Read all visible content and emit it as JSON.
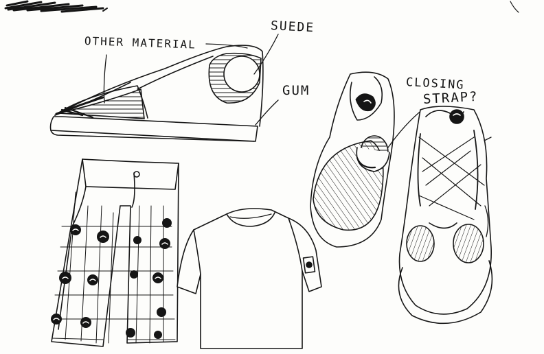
{
  "labels": {
    "other_material": "OTHER MATERIAL",
    "suede": "SUEDE",
    "gum": "GUM",
    "closing": "CLOSING",
    "strap": "STRAP?"
  },
  "colors": {
    "ink": "#151515",
    "paper": "#fdfdfb"
  }
}
